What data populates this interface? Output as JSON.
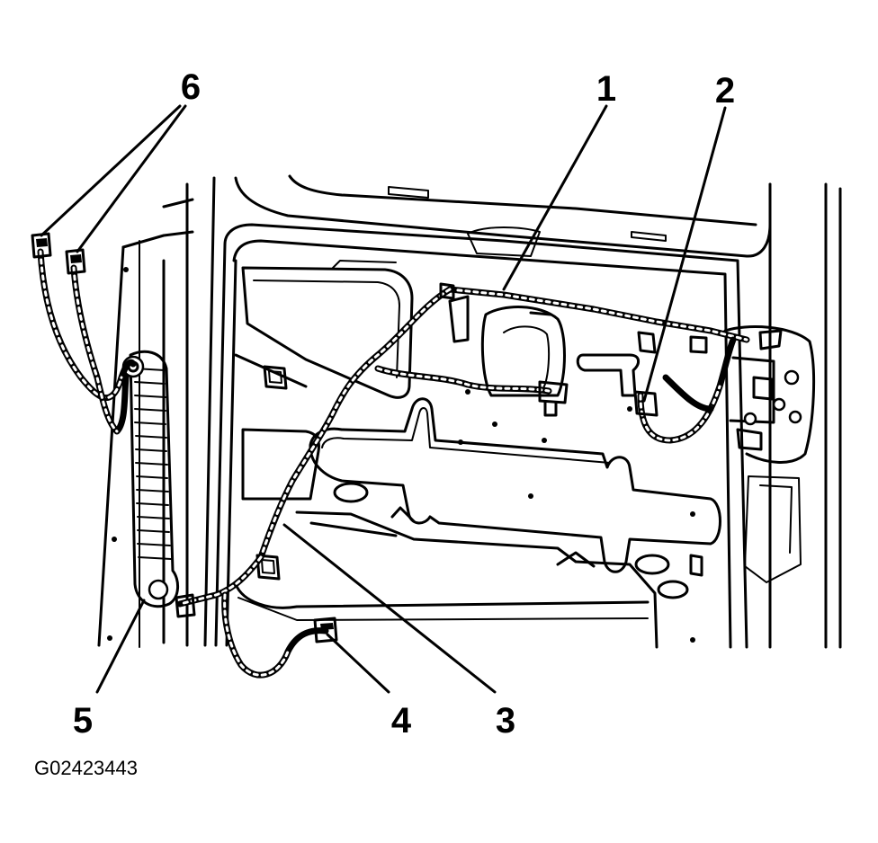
{
  "diagram": {
    "figure_id": "G02423443",
    "callouts": [
      {
        "id": "c1",
        "label": "1"
      },
      {
        "id": "c2",
        "label": "2"
      },
      {
        "id": "c3",
        "label": "3"
      },
      {
        "id": "c4",
        "label": "4"
      },
      {
        "id": "c5",
        "label": "5"
      },
      {
        "id": "c6",
        "label": "6"
      }
    ]
  }
}
